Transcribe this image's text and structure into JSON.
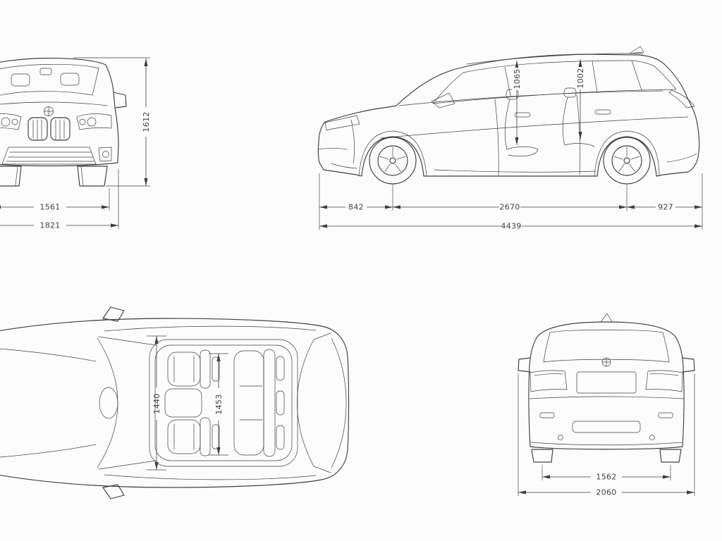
{
  "colors": {
    "background": "#fcfcfc",
    "line": "#3f3f3f"
  },
  "front_view": {
    "overall_height_mm": "1612",
    "track_width_mm": "1561",
    "overall_width_mm": "1821"
  },
  "side_view": {
    "front_headroom_mm": "1065",
    "rear_headroom_mm": "1002",
    "front_overhang_mm": "842",
    "wheelbase_mm": "2670",
    "rear_overhang_mm": "927",
    "overall_length_mm": "4439"
  },
  "top_view": {
    "front_interior_width_mm": "1440",
    "rear_interior_width_mm": "1453"
  },
  "rear_view": {
    "rear_track_mm": "1562",
    "overall_width_incl_mirrors_mm": "2060"
  }
}
